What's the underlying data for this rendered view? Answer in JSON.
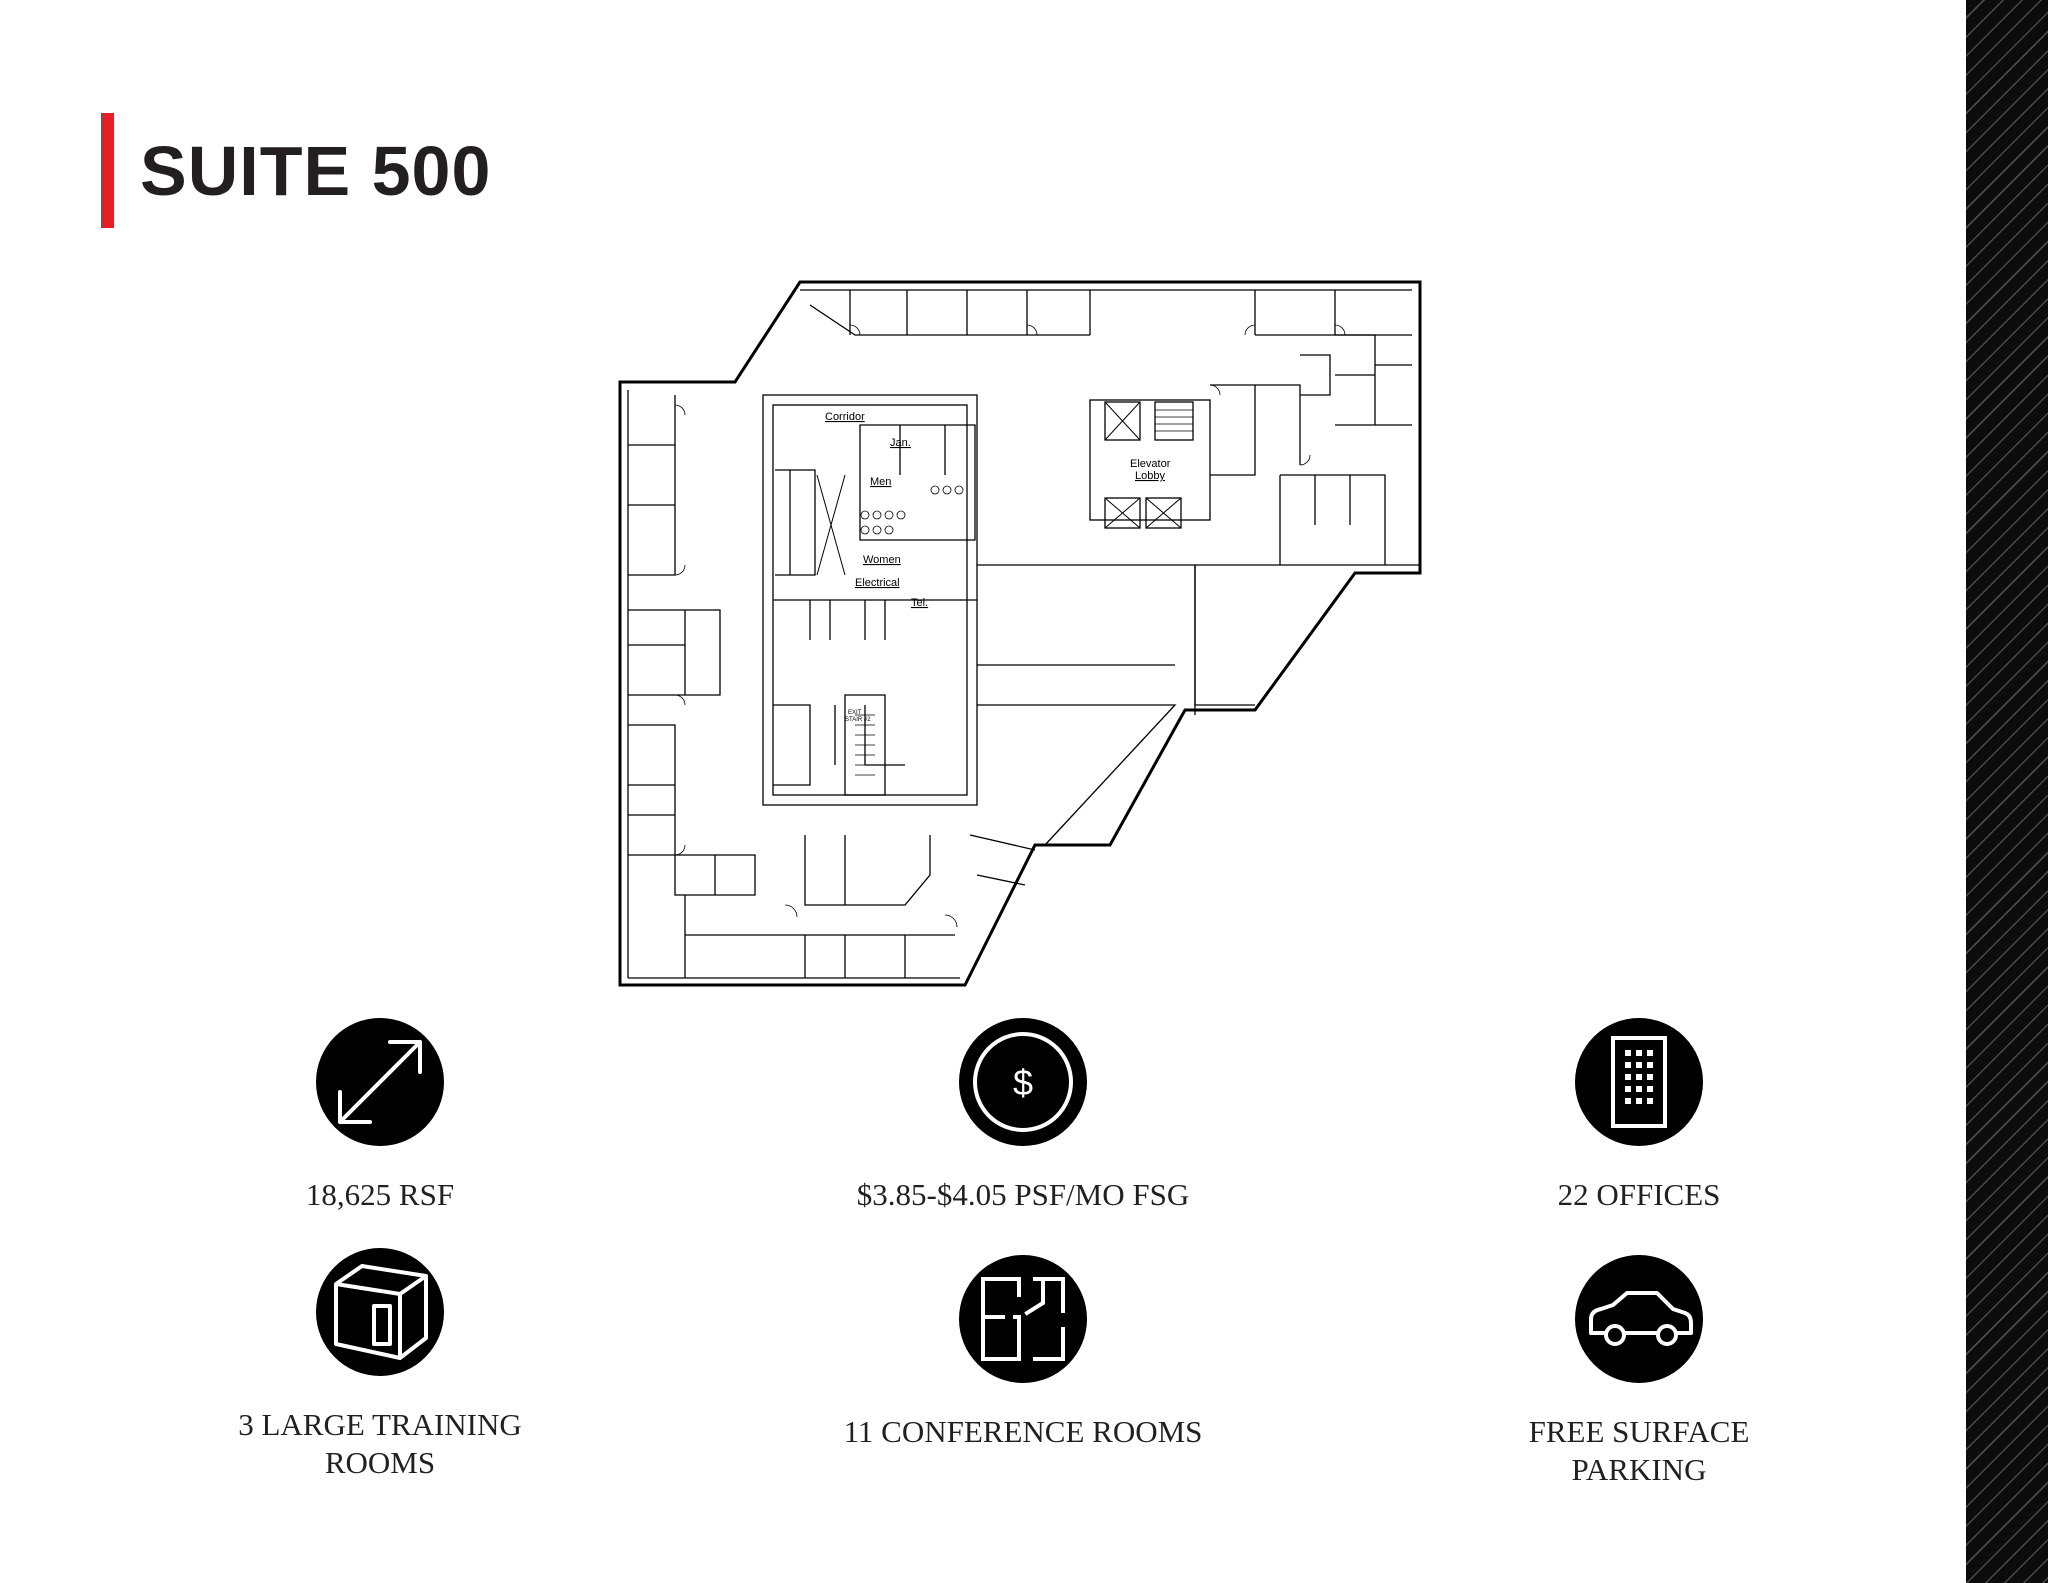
{
  "title": "SUITE 500",
  "colors": {
    "accent": "#e31e24",
    "text": "#231f20",
    "icon_bg": "#000000",
    "stripe": "#0c0c0c"
  },
  "floorplan": {
    "labels": {
      "corridor": "Corridor",
      "jan": "Jan.",
      "men": "Men",
      "women": "Women",
      "electrical": "Electrical",
      "tel": "Tel.",
      "elevator_lobby_1": "Elevator",
      "elevator_lobby_2": "Lobby",
      "exit_stair_1": "EXIT",
      "exit_stair_2": "STAIR #2"
    }
  },
  "features": [
    {
      "icon": "diagonal-arrows-icon",
      "label": "18,625 RSF"
    },
    {
      "icon": "dollar-icon",
      "label": "$3.85-$4.05 PSF/MO FSG"
    },
    {
      "icon": "office-building-icon",
      "label": "22 OFFICES"
    },
    {
      "icon": "open-room-icon",
      "label": "3 LARGE TRAINING\nROOMS"
    },
    {
      "icon": "floor-plan-icon",
      "label": "11 CONFERENCE ROOMS"
    },
    {
      "icon": "car-icon",
      "label": "FREE SURFACE\nPARKING"
    }
  ]
}
